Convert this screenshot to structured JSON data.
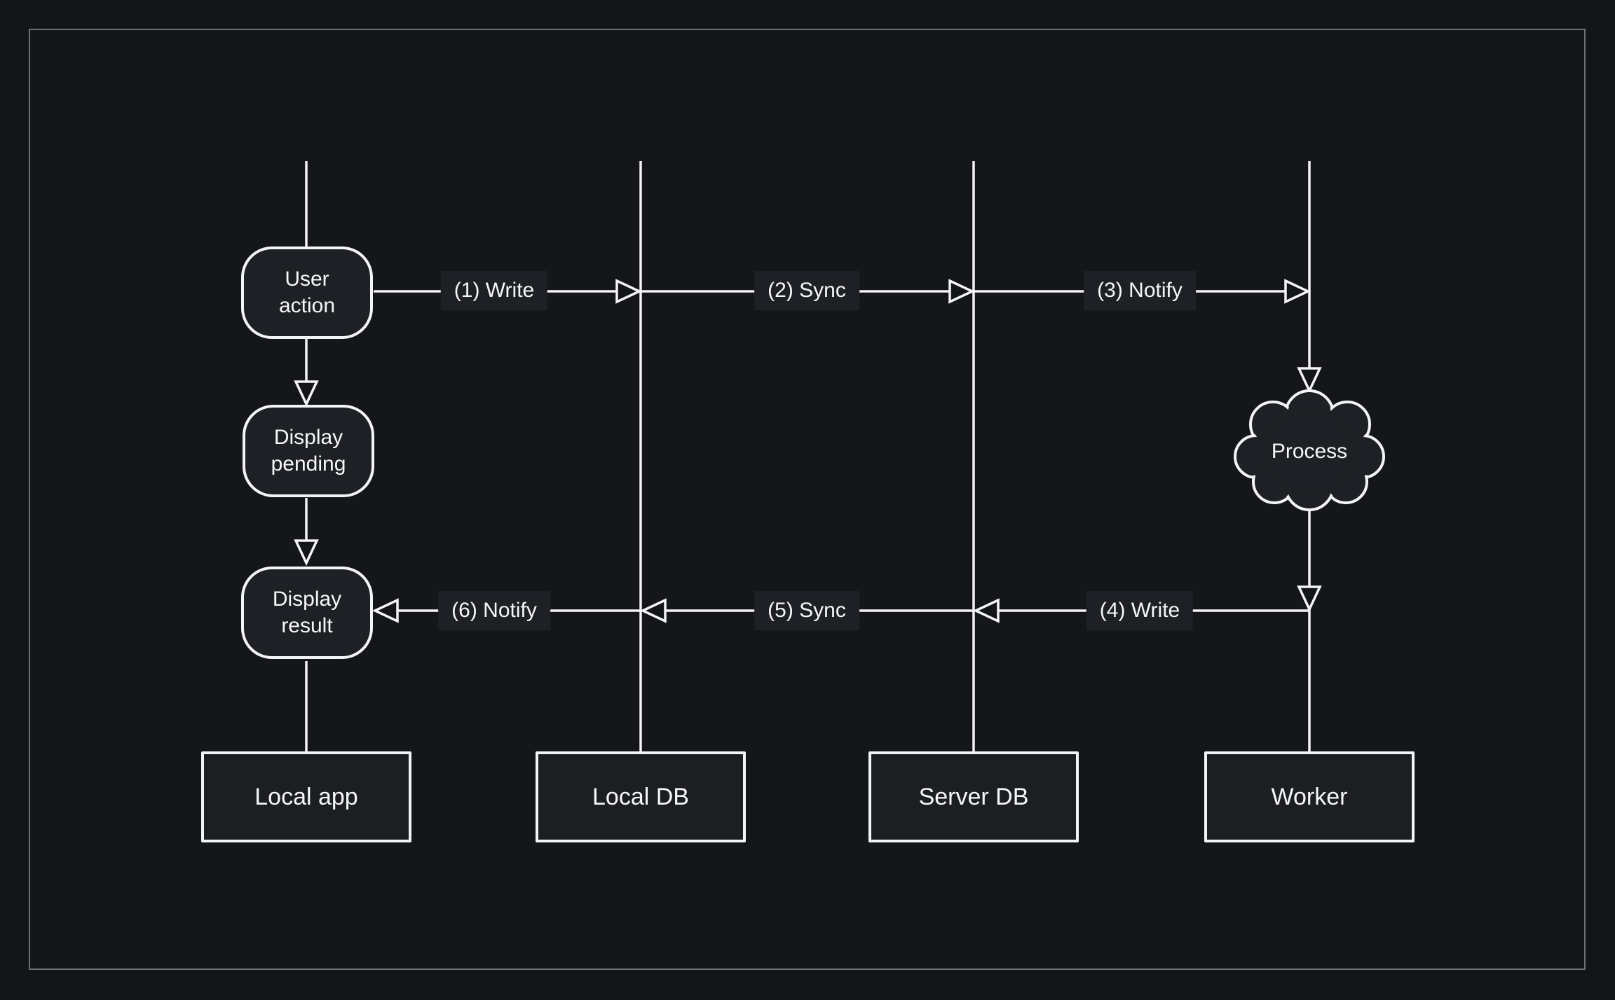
{
  "colors": {
    "background": "#141518",
    "frame_border": "#6e7074",
    "node_fill": "#1e2025",
    "label_fill": "#1e2025",
    "stroke": "#f3f4f6",
    "text": "#f6f7f9"
  },
  "lanes": [
    {
      "id": "local-app",
      "label": "Local app"
    },
    {
      "id": "local-db",
      "label": "Local DB"
    },
    {
      "id": "server-db",
      "label": "Server DB"
    },
    {
      "id": "worker",
      "label": "Worker"
    }
  ],
  "nodes": {
    "user_action": "User\naction",
    "display_pending": "Display\npending",
    "display_result": "Display\nresult",
    "process": "Process"
  },
  "messages": [
    {
      "step": 1,
      "label": "(1) Write",
      "from": "Local app",
      "to": "Local DB"
    },
    {
      "step": 2,
      "label": "(2) Sync",
      "from": "Local DB",
      "to": "Server DB"
    },
    {
      "step": 3,
      "label": "(3) Notify",
      "from": "Server DB",
      "to": "Worker"
    },
    {
      "step": 4,
      "label": "(4) Write",
      "from": "Worker",
      "to": "Server DB"
    },
    {
      "step": 5,
      "label": "(5) Sync",
      "from": "Server DB",
      "to": "Local DB"
    },
    {
      "step": 6,
      "label": "(6) Notify",
      "from": "Local DB",
      "to": "Local app"
    }
  ]
}
